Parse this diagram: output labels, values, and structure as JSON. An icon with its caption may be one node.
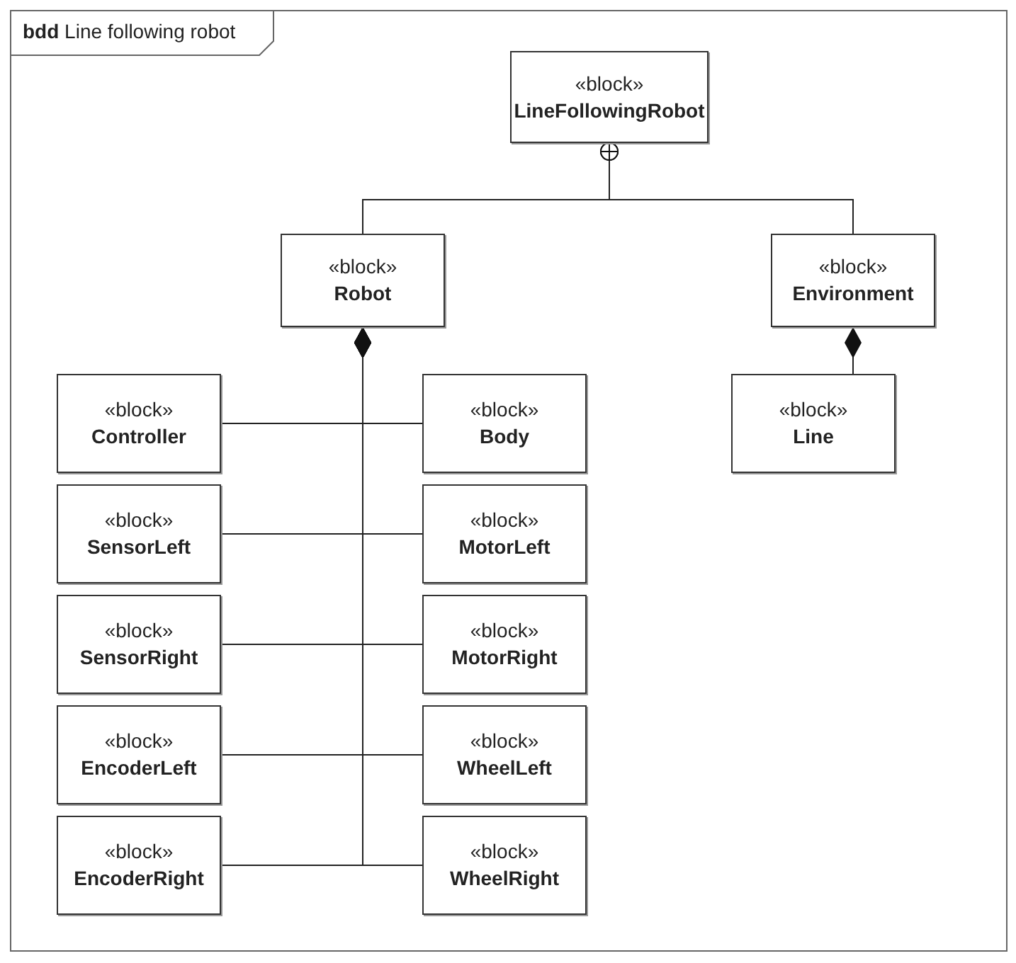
{
  "diagram": {
    "nodes": [
      {
        "text": [
          "**bdd** Line following robot"
        ]
      },
      {
        "text": [
          "«block»",
          "LineFollowingRobot"
        ],
        "in": 0
      },
      {
        "text": [
          "«block»",
          "Robot"
        ],
        "in": 0
      },
      {
        "text": [
          "«block»",
          "Environment"
        ],
        "in": 0
      },
      {
        "text": [
          "«block»",
          "Controller"
        ],
        "in": 0
      },
      {
        "text": [
          "«block»",
          "Body"
        ],
        "in": 0
      },
      {
        "text": [
          "«block»",
          "SensorLeft"
        ],
        "in": 0
      },
      {
        "text": [
          "«block»",
          "MotorLeft"
        ],
        "in": 0
      },
      {
        "text": [
          "«block»",
          "SensorRight"
        ],
        "in": 0
      },
      {
        "text": [
          "«block»",
          "MotorRight"
        ],
        "in": 0
      },
      {
        "text": [
          "«block»",
          "EncoderLeft"
        ],
        "in": 0
      },
      {
        "text": [
          "«block»",
          "WheelLeft"
        ],
        "in": 0
      },
      {
        "text": [
          "«block»",
          "EncoderRight"
        ],
        "in": 0
      },
      {
        "text": [
          "«block»",
          "WheelRight"
        ],
        "in": 0
      },
      {
        "text": [
          "«block»",
          "Line"
        ],
        "in": 0
      }
    ],
    "edges": [
      {
        "from": 1,
        "to": 2,
        "arrow": "other"
      },
      {
        "from": 1,
        "to": 3,
        "arrow": "other"
      },
      {
        "from": 2,
        "to": 4,
        "arrow": "other"
      },
      {
        "from": 2,
        "to": 5,
        "arrow": "other"
      },
      {
        "from": 2,
        "to": 6,
        "arrow": "other"
      },
      {
        "from": 2,
        "to": 7,
        "arrow": "other"
      },
      {
        "from": 2,
        "to": 8,
        "arrow": "other"
      },
      {
        "from": 2,
        "to": 9,
        "arrow": "other"
      },
      {
        "from": 2,
        "to": 10,
        "arrow": "other"
      },
      {
        "from": 2,
        "to": 11,
        "arrow": "other"
      },
      {
        "from": 2,
        "to": 12,
        "arrow": "other"
      },
      {
        "from": 2,
        "to": 13,
        "arrow": "other"
      },
      {
        "from": 3,
        "to": 14,
        "arrow": "other"
      }
    ]
  }
}
